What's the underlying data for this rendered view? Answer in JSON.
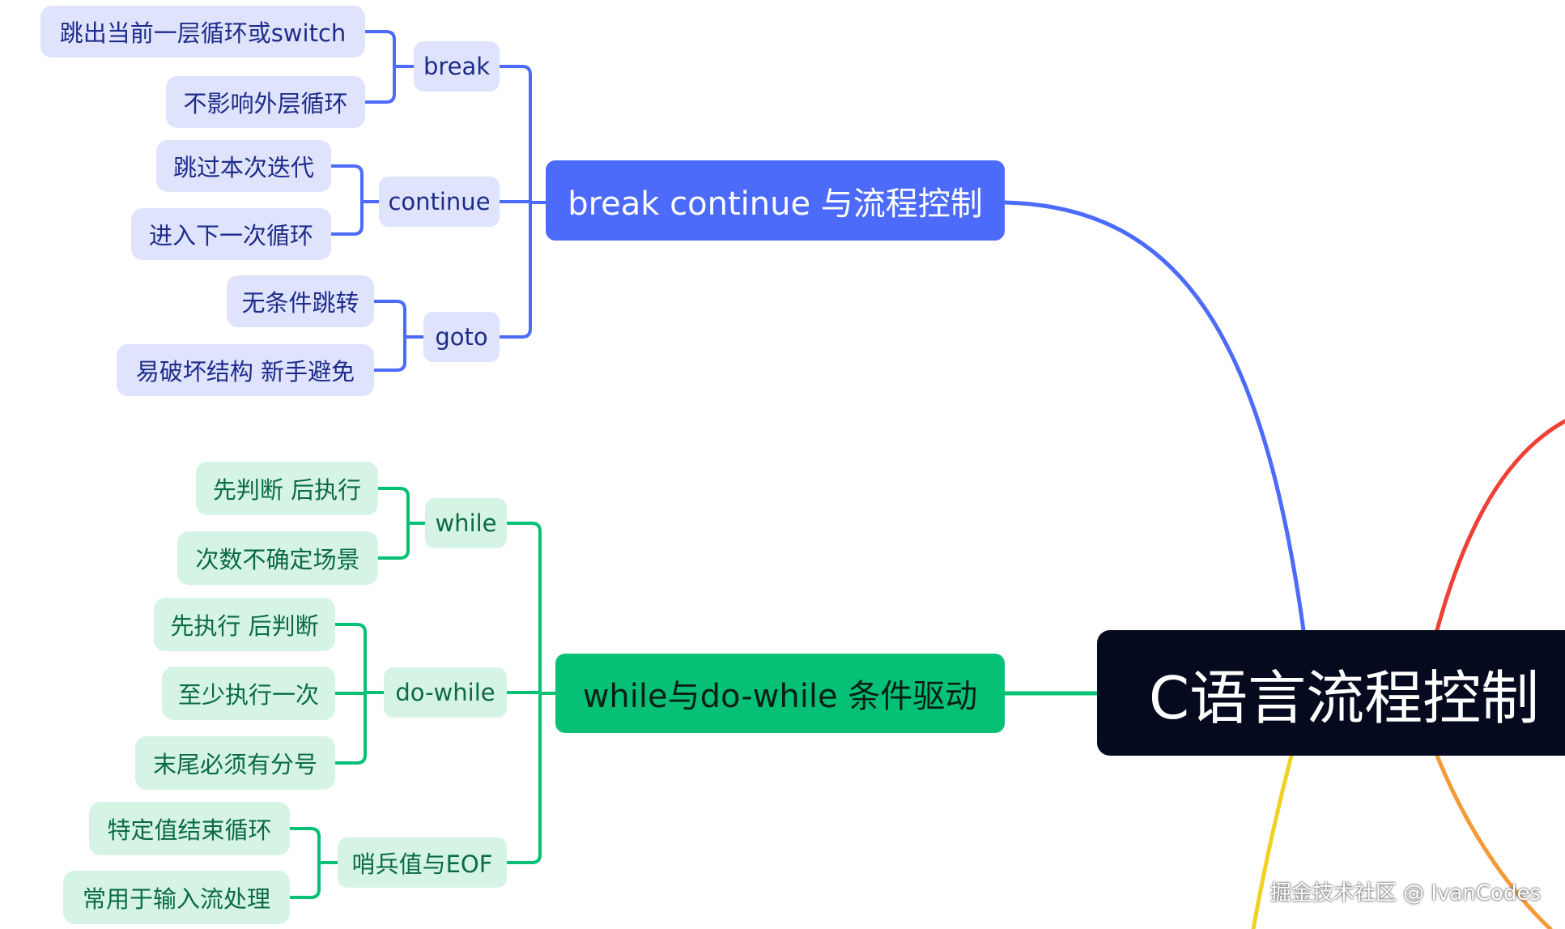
{
  "root": {
    "label": "C语言流程控制",
    "color": "#050a1e"
  },
  "colors": {
    "blue": "#4d6bfa",
    "green": "#06c175",
    "red": "#ee4035",
    "orange": "#f29b38",
    "yellow": "#f0d124"
  },
  "branches": [
    {
      "label": "break continue 与流程控制",
      "color": "#4d6bfa",
      "children": [
        {
          "label": "break",
          "children": [
            "跳出当前一层循环或switch",
            "不影响外层循环"
          ]
        },
        {
          "label": "continue",
          "children": [
            "跳过本次迭代",
            "进入下一次循环"
          ]
        },
        {
          "label": "goto",
          "children": [
            "无条件跳转",
            "易破坏结构 新手避免"
          ]
        }
      ]
    },
    {
      "label": "while与do-while 条件驱动",
      "color": "#06c175",
      "children": [
        {
          "label": "while",
          "children": [
            "先判断 后执行",
            "次数不确定场景"
          ]
        },
        {
          "label": "do-while",
          "children": [
            "先执行 后判断",
            "至少执行一次",
            "末尾必须有分号"
          ]
        },
        {
          "label": "哨兵值与EOF",
          "children": [
            "特定值结束循环",
            "常用于输入流处理"
          ]
        }
      ]
    }
  ],
  "watermark": "掘金技术社区 @ IvanCodes"
}
